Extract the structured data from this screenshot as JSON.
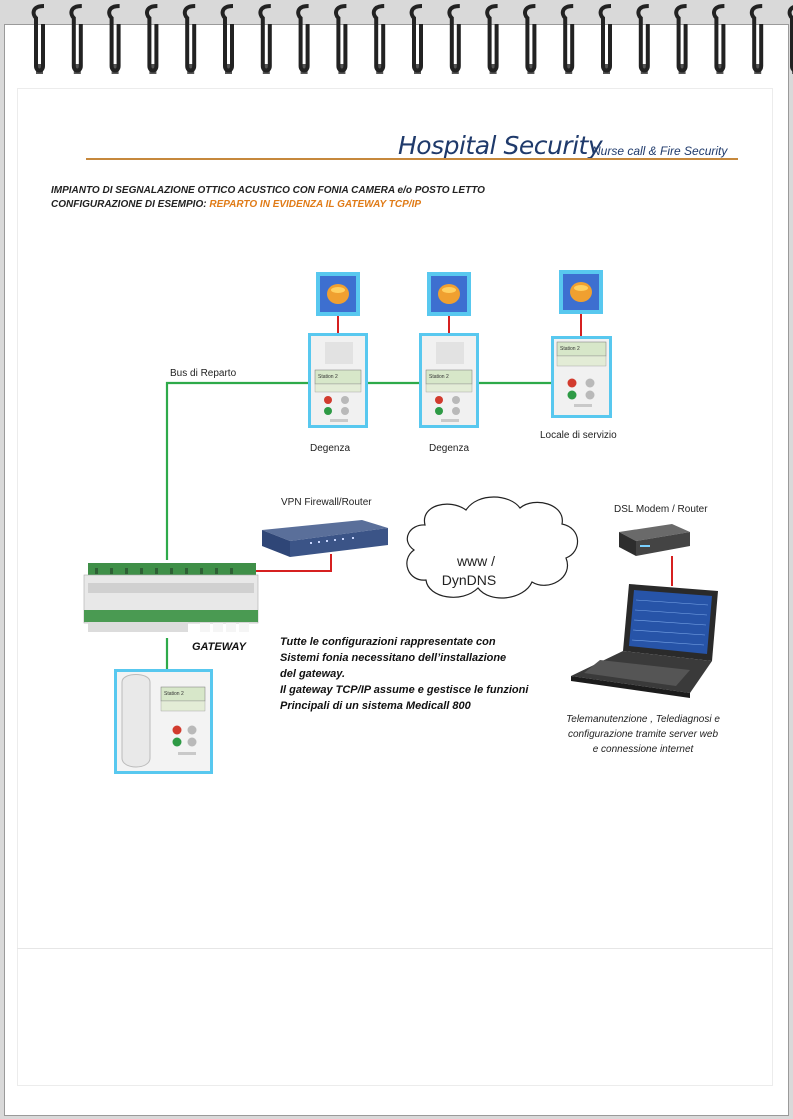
{
  "header": {
    "brand_title": "Hospital Security",
    "brand_subtitle": "Nurse call & Fire Security"
  },
  "description": {
    "line1": "IMPIANTO DI SEGNALAZIONE OTTICO ACUSTICO CON FONIA CAMERA e/o POSTO LETTO",
    "line2_prefix": "CONFIGURAZIONE DI ESEMPIO: ",
    "line2_highlight": "REPARTO   IN EVIDENZA IL GATEWAY TCP/IP"
  },
  "diagram": {
    "bus_label": "Bus di Reparto",
    "room_labels": [
      "Degenza",
      "Degenza",
      "Locale di servizio"
    ],
    "station_screen_text": "Station 2",
    "router_label": "VPN Firewall/Router",
    "cloud_label_line1": "www /",
    "cloud_label_line2": "DynDNS",
    "modem_label": "DSL Modem / Router",
    "gateway_label": "GATEWAY"
  },
  "note": {
    "lines": [
      "Tutte le configurazioni  rappresentate con",
      "Sistemi   fonia necessitano dell’installazione",
      "del gateway.",
      "Il gateway  TCP/IP  assume e gestisce le  funzioni",
      "Principali  di un sistema Medicall 800"
    ]
  },
  "telemaintenance": {
    "lines": [
      "Telemanutenzione , Telediagnosi  e",
      "configurazione tramite server web",
      "e connessione  internet"
    ]
  },
  "colors": {
    "brand": "#1f3a6b",
    "accent": "#e07b17",
    "rule": "#c6883c",
    "bus_line": "#2eaa4a",
    "link_line": "#d62020",
    "device_frame": "#58c8ef"
  }
}
